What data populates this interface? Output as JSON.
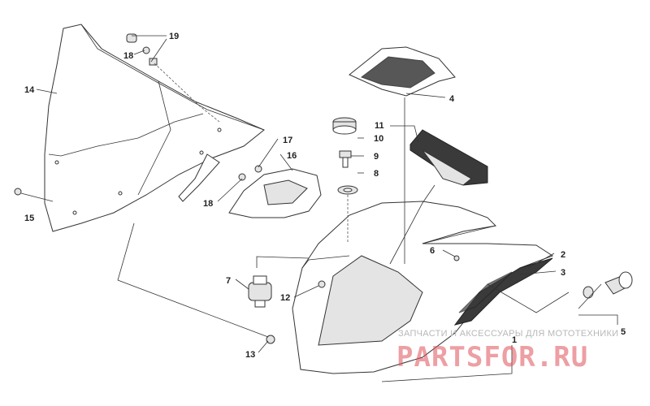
{
  "callouts": [
    "1",
    "2",
    "3",
    "4",
    "5",
    "6",
    "7",
    "8",
    "9",
    "10",
    "11",
    "12",
    "13",
    "14",
    "15",
    "16",
    "17",
    "18",
    "19"
  ],
  "watermark": {
    "subtitle": "ЗАПЧАСТИ И АКСЕССУАРЫ ДЛЯ МОТОТЕХНИКИ",
    "logo": "PARTSFOR.RU"
  },
  "colors": {
    "line": "#333333",
    "logo": "#de505a",
    "shade": "#e4e4e4"
  }
}
